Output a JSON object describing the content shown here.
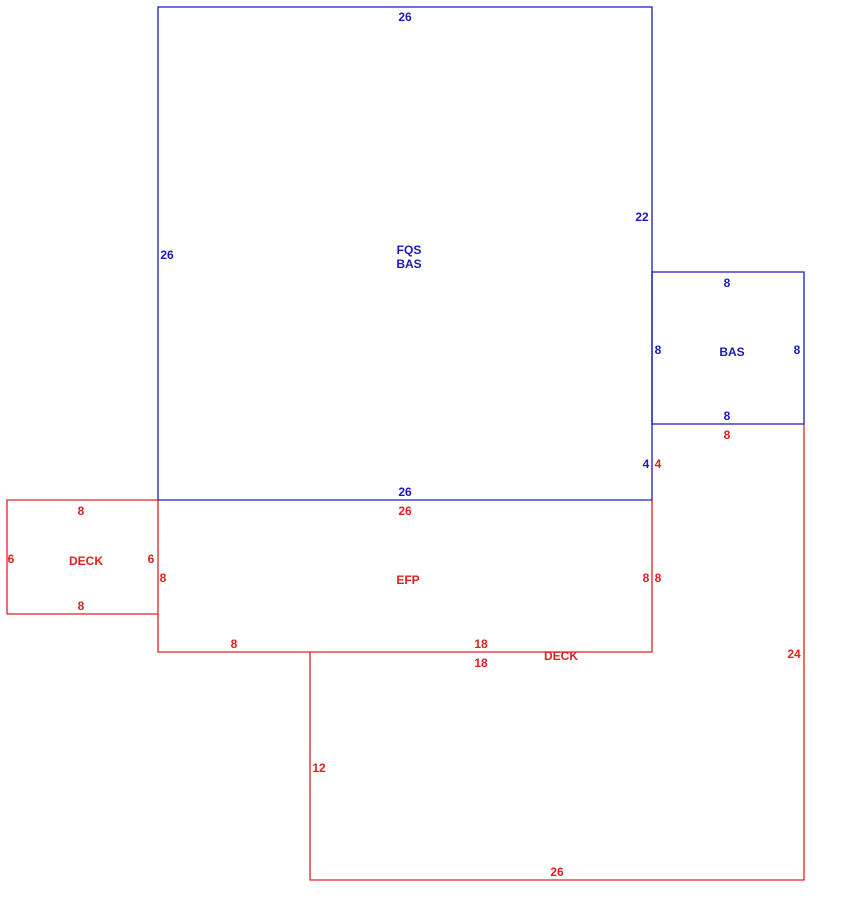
{
  "colors": {
    "living_area": "#1a1ab8",
    "exterior_area": "#e02020",
    "background": "#ffffff"
  },
  "areas": {
    "main": {
      "label_line1": "FQS",
      "label_line2": "BAS",
      "top": "26",
      "left": "26",
      "right_upper": "22",
      "right_lower": "4",
      "bottom": "26"
    },
    "addition": {
      "label": "BAS",
      "top": "8",
      "left": "8",
      "right": "8",
      "bottom": "8"
    },
    "porch": {
      "label": "EFP",
      "top": "26",
      "left": "8",
      "right_inner": "8",
      "right_outer": "8",
      "bottom_left": "8",
      "bottom_right": "18",
      "upper_right": "4",
      "addition_bottom": "8"
    },
    "deck_left": {
      "label": "DECK",
      "top": "8",
      "left": "6",
      "right": "6",
      "bottom": "8"
    },
    "deck_rear": {
      "label": "DECK",
      "top": "18",
      "left": "12",
      "right": "24",
      "bottom": "26"
    }
  }
}
